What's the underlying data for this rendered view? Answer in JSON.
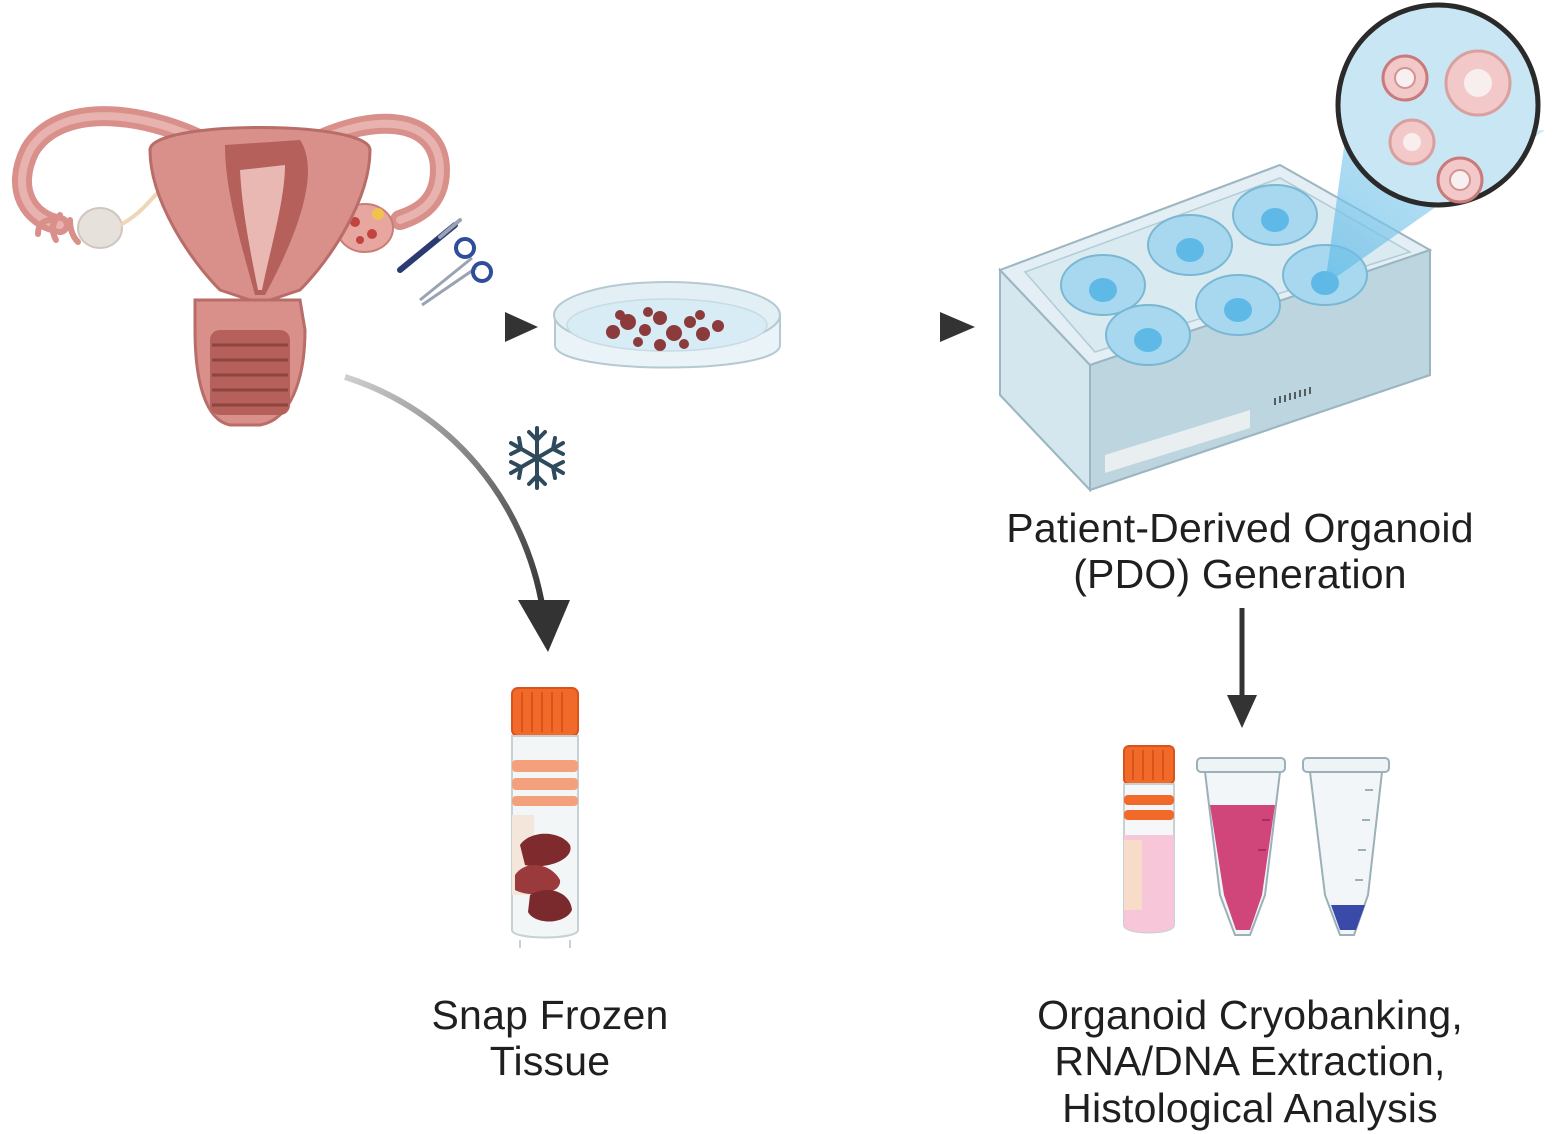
{
  "labels": {
    "pdo_generation": [
      "Patient-Derived Organoid",
      "(PDO) Generation"
    ],
    "snap_frozen": [
      "Snap Frozen",
      "Tissue"
    ],
    "downstream": [
      "Organoid Cryobanking,",
      "RNA/DNA Extraction,",
      "Histological Analysis"
    ]
  },
  "icons": {
    "uterus": "uterus-icon",
    "surgical_tools": "scalpel-scissors-icon",
    "petri_dish": "petri-dish-icon",
    "snowflake": "snowflake-icon",
    "well_plate": "six-well-plate-icon",
    "organoid_zoom": "organoid-zoom-icon",
    "cryovial_tissue": "cryovial-tissue-icon",
    "cryovial": "cryovial-icon",
    "tube_pink": "microcentrifuge-tube-pink-icon",
    "tube_blue": "microcentrifuge-tube-blue-icon"
  },
  "colors": {
    "arrow": "#333333",
    "uterus": "#d98f8a",
    "cap_orange": "#f26a2a",
    "well_blue": "#a7d8ef",
    "tissue": "#8b3b3b",
    "snowflake": "#2e4a5c",
    "pink_liquid": "#d0457a",
    "blue_liquid": "#3a4aa8"
  }
}
